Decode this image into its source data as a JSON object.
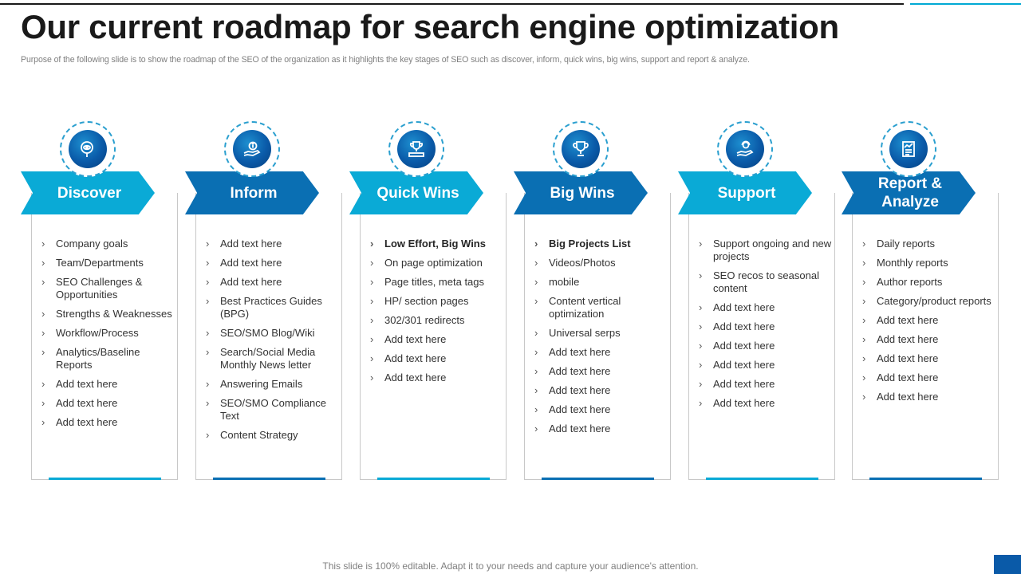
{
  "title": "Our current roadmap for search engine optimization",
  "subtitle": "Purpose of the following slide is to show the roadmap of the SEO of the organization as it highlights the key stages of SEO such as discover, inform, quick wins, big wins, support and report & analyze.",
  "footer": "This slide is 100% editable. Adapt it to your needs and capture your audience's attention.",
  "colors": {
    "light": "#0aaad6",
    "dark": "#0a6fb3",
    "ink": "#1a1a1a"
  },
  "stages": [
    {
      "label": "Discover",
      "icon": "magnifier-eye-icon",
      "items": [
        "Company goals",
        "Team/Departments",
        "SEO Challenges & Opportunities",
        "Strengths & Weaknesses",
        "Workflow/Process",
        "Analytics/Baseline Reports",
        "Add text here",
        "Add text here",
        "Add text here"
      ]
    },
    {
      "label": "Inform",
      "icon": "hand-info-icon",
      "items": [
        "Add text here",
        "Add text here",
        "Add text here",
        "Best Practices Guides (BPG)",
        "SEO/SMO Blog/Wiki",
        "Search/Social Media Monthly News letter",
        "Answering Emails",
        "SEO/SMO Compliance Text",
        "Content Strategy"
      ]
    },
    {
      "label": "Quick Wins",
      "icon": "trophy-podium-icon",
      "items": [
        "Low Effort,  Big Wins",
        "On page optimization",
        "Page titles, meta tags",
        "HP/ section pages",
        "302/301 redirects",
        "Add text here",
        "Add text here",
        "Add text here"
      ]
    },
    {
      "label": "Big Wins",
      "icon": "trophy-icon",
      "items": [
        "Big Projects List",
        "Videos/Photos",
        "mobile",
        "Content vertical optimization",
        "Universal  serps",
        "Add text here",
        "Add text here",
        "Add text here",
        "Add text here",
        "Add text here"
      ]
    },
    {
      "label": "Support",
      "icon": "hand-support-icon",
      "items": [
        "Support ongoing and new projects",
        "SEO recos to seasonal content",
        "Add text here",
        "Add text here",
        "Add text here",
        "Add text here",
        "Add text here",
        "Add text here"
      ]
    },
    {
      "label": "Report & Analyze",
      "icon": "report-document-icon",
      "items": [
        "Daily reports",
        "Monthly reports",
        "Author reports",
        "Category/product reports",
        "Add text here",
        "Add text here",
        "Add text here",
        "Add text here",
        "Add text here"
      ]
    }
  ]
}
